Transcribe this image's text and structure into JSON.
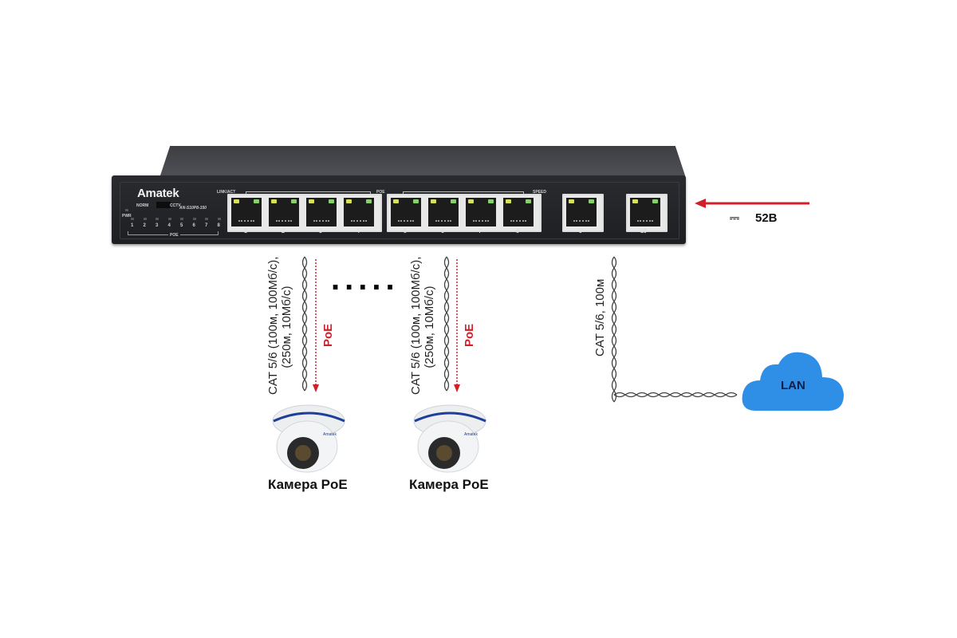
{
  "switch": {
    "brand": "Amatek",
    "model": "AN-S10P8-150",
    "mode_left": "NORM",
    "mode_right": "CCTV",
    "pwr_label": "PWR",
    "poe_led_label": "POE",
    "led_numbers": [
      "1",
      "2",
      "3",
      "4",
      "5",
      "6",
      "7",
      "8"
    ],
    "link_act_label": "LINK/ACT",
    "poe_label": "POE",
    "speed_label": "SPEED",
    "ports": [
      "1",
      "2",
      "3",
      "4",
      "5",
      "6",
      "7",
      "8",
      "9",
      "10"
    ]
  },
  "power": {
    "symbol": "⎓",
    "voltage": "52В",
    "arrow_color": "#d0202a"
  },
  "camera_links": [
    {
      "cable_line1": "CAT 5/6 (100м, 100Мб/с),",
      "cable_line2": "(250м, 10Мб/с)",
      "poe_label": "PoE",
      "camera_label": "Камера PoE",
      "camera_brand": "Amatek"
    },
    {
      "cable_line1": "CAT 5/6 (100м, 100Мб/с),",
      "cable_line2": "(250м, 10Мб/с)",
      "poe_label": "PoE",
      "camera_label": "Камера PoE",
      "camera_brand": "Amatek"
    }
  ],
  "uplink": {
    "cable_label": "CAT 5/6, 100м",
    "cloud_label": "LAN",
    "cloud_color": "#2f8fe6"
  },
  "ellipsis": "....."
}
